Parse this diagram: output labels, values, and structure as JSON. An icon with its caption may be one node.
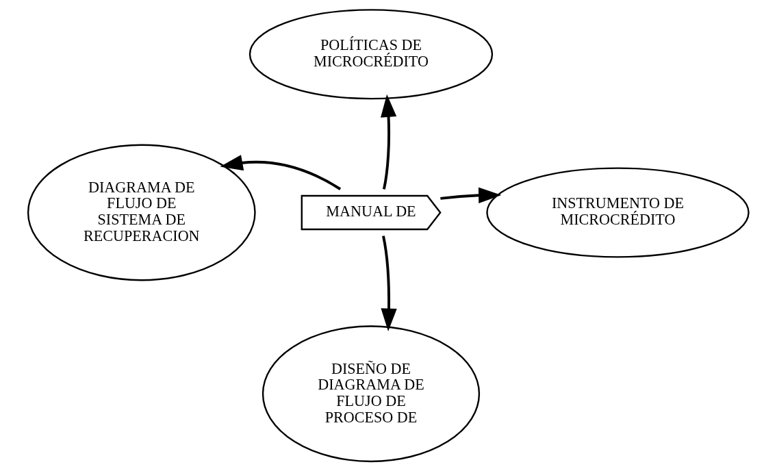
{
  "diagram": {
    "nodes": [
      {
        "text": [
          "POLÍTICAS DE MICROCRÉDITO"
        ]
      },
      {
        "text": [
          "DIAGRAMA DE FLUJO DE SISTEMA DE RECUPERACION"
        ]
      },
      {
        "text": [
          "MANUAL DE"
        ]
      },
      {
        "text": [
          "INSTRUMENTO DE MICROCRÉDITO"
        ]
      },
      {
        "text": [
          "DISEÑO DE DIAGRAMA DE FLUJO DE PROCESO DE"
        ]
      }
    ],
    "edges": [
      {
        "from": 2,
        "to": 0,
        "arrow": "to"
      },
      {
        "from": 2,
        "to": 3,
        "arrow": "to"
      },
      {
        "from": 2,
        "to": 4,
        "arrow": "to"
      },
      {
        "from": 2,
        "to": 1,
        "arrow": "to"
      }
    ]
  }
}
